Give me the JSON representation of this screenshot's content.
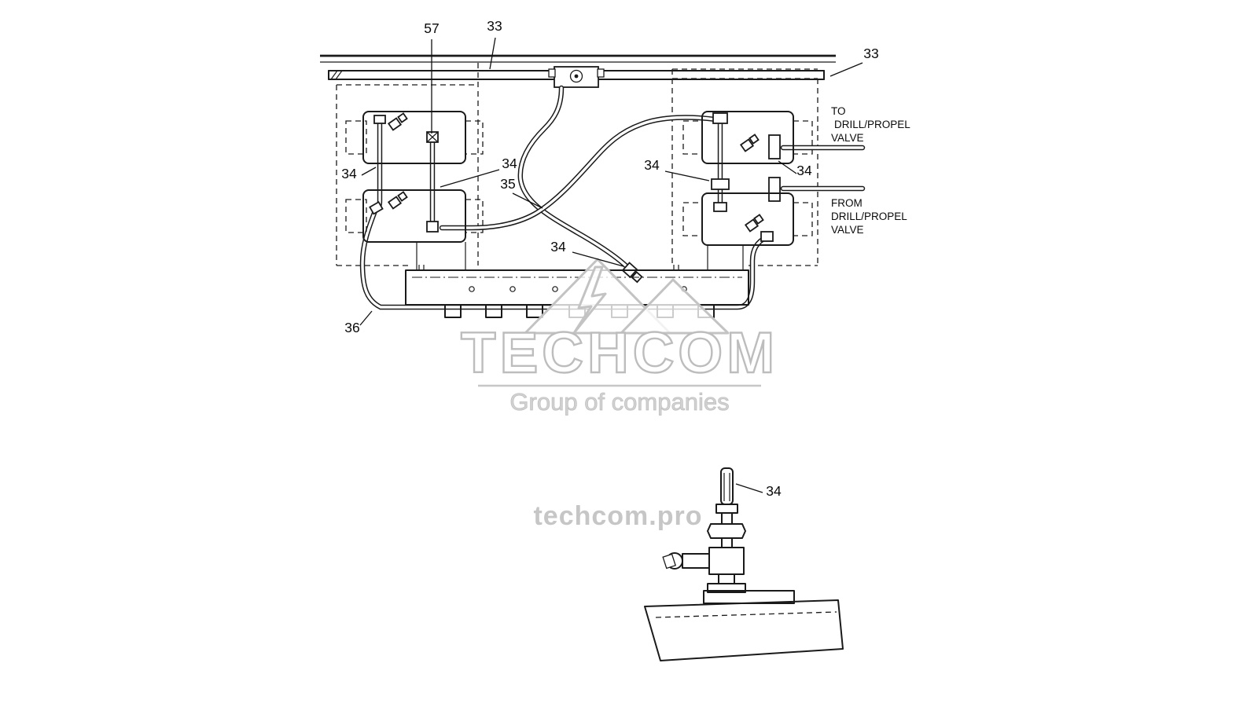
{
  "page": {
    "background": "#ffffff",
    "ink": "#1a1a1a",
    "watermark_gray": "#c3c3c3"
  },
  "diagram": {
    "type": "hydraulic-hose-parts-diagram",
    "callouts": [
      {
        "label": "57"
      },
      {
        "label": "33"
      },
      {
        "label": "33"
      },
      {
        "label": "34"
      },
      {
        "label": "34"
      },
      {
        "label": "35"
      },
      {
        "label": "34"
      },
      {
        "label": "34"
      },
      {
        "label": "34"
      },
      {
        "label": "36"
      },
      {
        "label": "34"
      }
    ],
    "port_labels": {
      "to": [
        "TO",
        "DRILL/PROPEL",
        "VALVE"
      ],
      "from": [
        "FROM",
        "DRILL/PROPEL",
        "VALVE"
      ]
    },
    "watermark": {
      "brand": "TECHCOM",
      "subtitle": "Group of companies",
      "site": "techcom.pro"
    }
  }
}
